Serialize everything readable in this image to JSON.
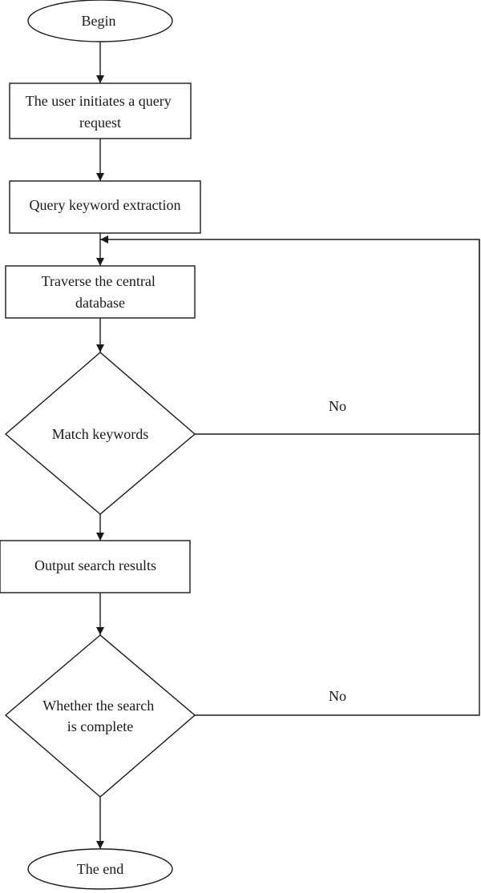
{
  "nodes": {
    "begin": {
      "type": "terminal",
      "lines": [
        "Begin"
      ]
    },
    "query_request": {
      "type": "process",
      "lines": [
        "The user initiates a query",
        "request"
      ]
    },
    "keyword_extraction": {
      "type": "process",
      "lines": [
        "Query keyword extraction"
      ]
    },
    "traverse_db": {
      "type": "process",
      "lines": [
        "Traverse the central",
        "database"
      ]
    },
    "match_keywords": {
      "type": "decision",
      "lines": [
        "Match keywords"
      ]
    },
    "output_results": {
      "type": "process",
      "lines": [
        "Output search results"
      ]
    },
    "search_complete": {
      "type": "decision",
      "lines": [
        "Whether the search",
        "is complete"
      ]
    },
    "end": {
      "type": "terminal",
      "lines": [
        "The end"
      ]
    }
  },
  "edges": [
    {
      "from": "begin",
      "to": "query_request"
    },
    {
      "from": "query_request",
      "to": "keyword_extraction"
    },
    {
      "from": "keyword_extraction",
      "to": "traverse_db"
    },
    {
      "from": "traverse_db",
      "to": "match_keywords"
    },
    {
      "from": "match_keywords",
      "to": "output_results"
    },
    {
      "from": "output_results",
      "to": "search_complete"
    },
    {
      "from": "search_complete",
      "to": "end"
    },
    {
      "from": "match_keywords",
      "to": "traverse_db",
      "label": "No"
    },
    {
      "from": "search_complete",
      "to": "traverse_db",
      "label": "No"
    }
  ]
}
